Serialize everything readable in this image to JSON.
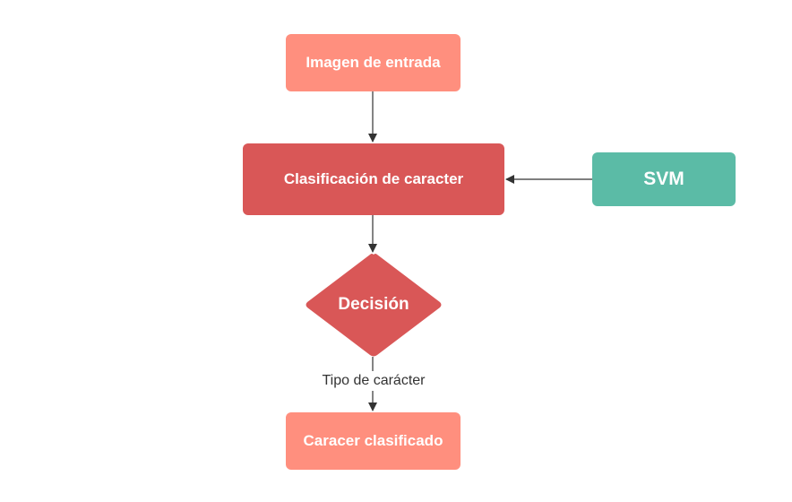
{
  "diagram": {
    "nodes": {
      "input": {
        "label": "Imagen de entrada",
        "color": "#ff8f7e"
      },
      "classify": {
        "label": "Clasificación de caracter",
        "color": "#d95757"
      },
      "svm": {
        "label": "SVM",
        "color": "#5bbba6"
      },
      "decision": {
        "label": "Decisión",
        "color": "#d95757",
        "shape": "diamond"
      },
      "result": {
        "label": "Caracer clasificado",
        "color": "#ff8f7e"
      }
    },
    "edges": [
      {
        "from": "input",
        "to": "classify",
        "label": ""
      },
      {
        "from": "svm",
        "to": "classify",
        "label": ""
      },
      {
        "from": "classify",
        "to": "decision",
        "label": ""
      },
      {
        "from": "decision",
        "to": "result",
        "label": "Tipo de carácter"
      }
    ],
    "edge_color": "#333333"
  }
}
